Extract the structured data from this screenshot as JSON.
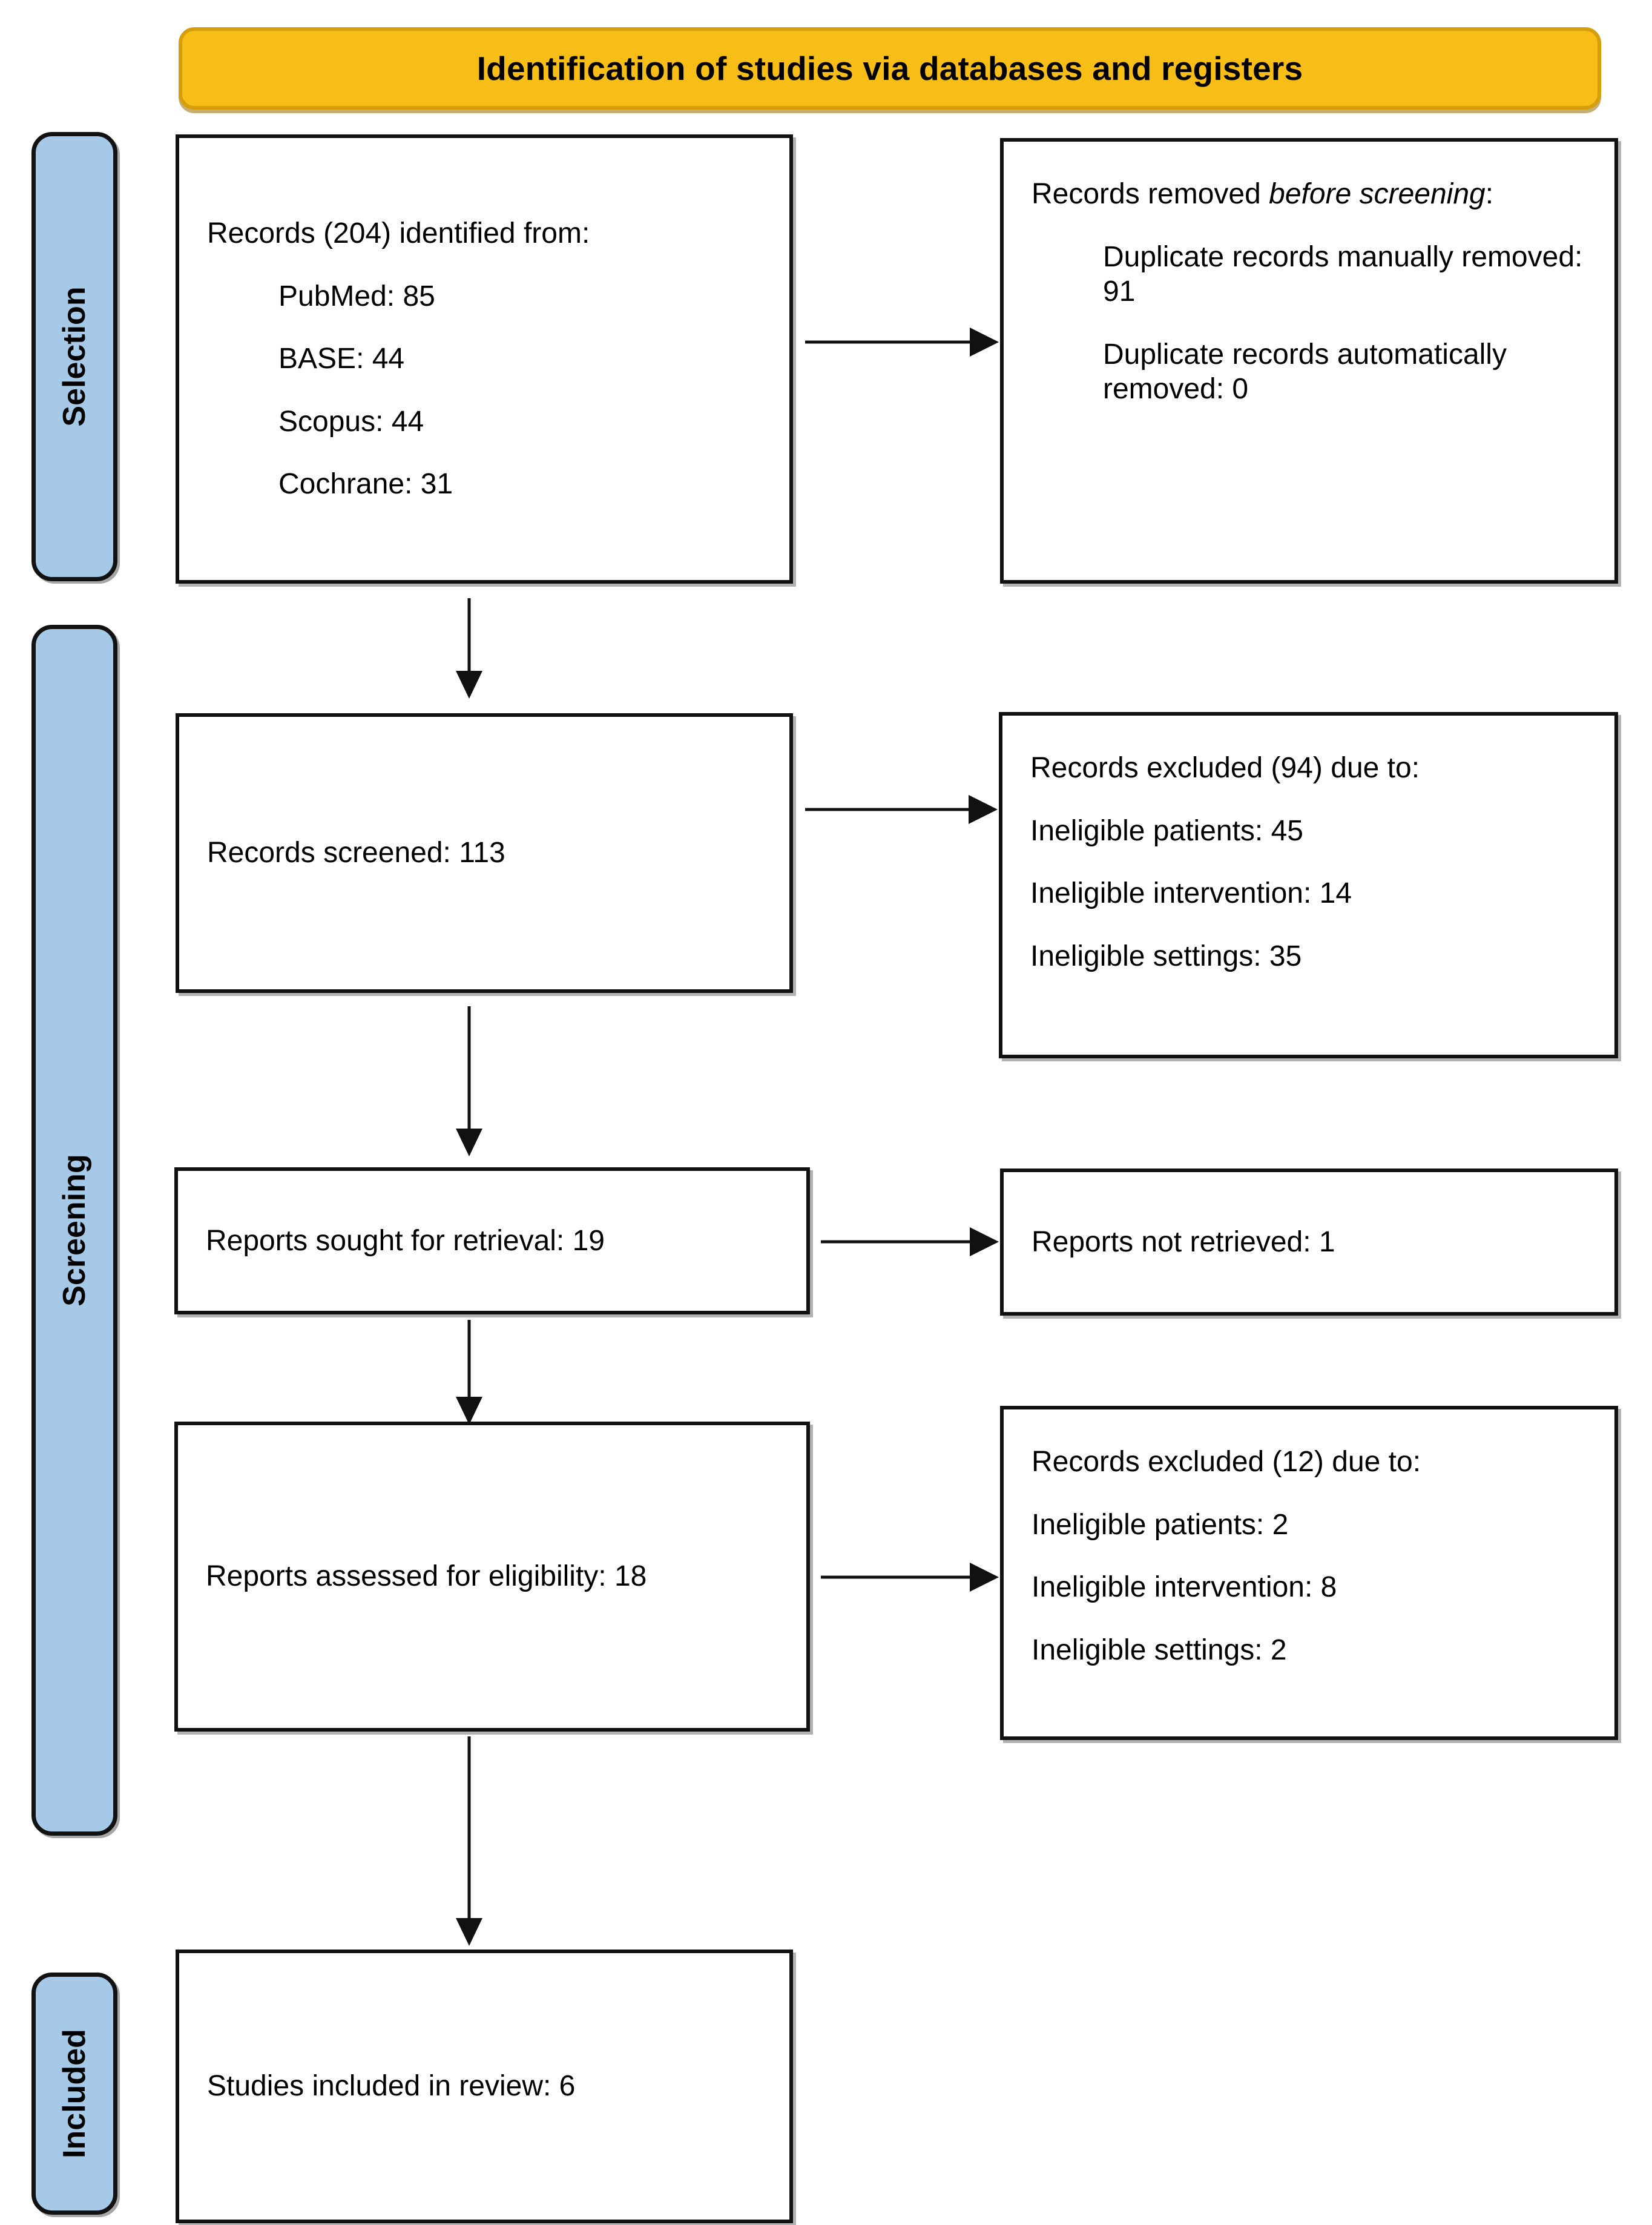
{
  "diagram": {
    "type": "prisma-flow-diagram",
    "banner": {
      "title": "Identification of studies via databases and registers"
    },
    "colors": {
      "banner_fill": "#F7BE18",
      "banner_border": "#D79E0B",
      "band_fill": "#A6C9E8",
      "box_border": "#111111",
      "background": "#FFFFFF"
    },
    "stages": [
      {
        "id": "selection",
        "label": "Selection"
      },
      {
        "id": "screening",
        "label": "Screening"
      },
      {
        "id": "included",
        "label": "Included"
      }
    ],
    "boxes": {
      "identified": {
        "heading": "Records (204) identified from:",
        "sources": [
          "PubMed: 85",
          "BASE: 44",
          "Scopus: 44",
          "Cochrane: 31"
        ]
      },
      "removed_before_screening": {
        "heading_pre": "Records removed ",
        "heading_em": "before screening",
        "heading_post": ":",
        "items": [
          "Duplicate records manually removed: 91",
          "Duplicate records automatically removed: 0"
        ]
      },
      "records_screened": {
        "text": "Records screened: 113"
      },
      "records_excluded_94": {
        "heading": "Records excluded (94) due to:",
        "items": [
          "Ineligible patients: 45",
          "Ineligible intervention: 14",
          "Ineligible settings: 35"
        ]
      },
      "reports_sought": {
        "text": "Reports sought for retrieval: 19"
      },
      "reports_not_retrieved": {
        "text": "Reports not retrieved: 1"
      },
      "reports_assessed": {
        "text": "Reports assessed for eligibility: 18"
      },
      "records_excluded_12": {
        "heading": "Records excluded (12) due to:",
        "items": [
          "Ineligible patients: 2",
          "Ineligible intervention: 8",
          "Ineligible settings: 2"
        ]
      },
      "studies_included": {
        "text": "Studies included in review: 6"
      }
    },
    "counts": {
      "identified_total": 204,
      "pubmed": 85,
      "base": 44,
      "scopus": 44,
      "cochrane": 31,
      "duplicates_manual": 91,
      "duplicates_auto": 0,
      "screened": 113,
      "excluded_screening_total": 94,
      "excluded_screening_patients": 45,
      "excluded_screening_intervention": 14,
      "excluded_screening_settings": 35,
      "sought": 19,
      "not_retrieved": 1,
      "assessed": 18,
      "excluded_eligibility_total": 12,
      "excluded_eligibility_patients": 2,
      "excluded_eligibility_intervention": 8,
      "excluded_eligibility_settings": 2,
      "included": 6
    }
  }
}
